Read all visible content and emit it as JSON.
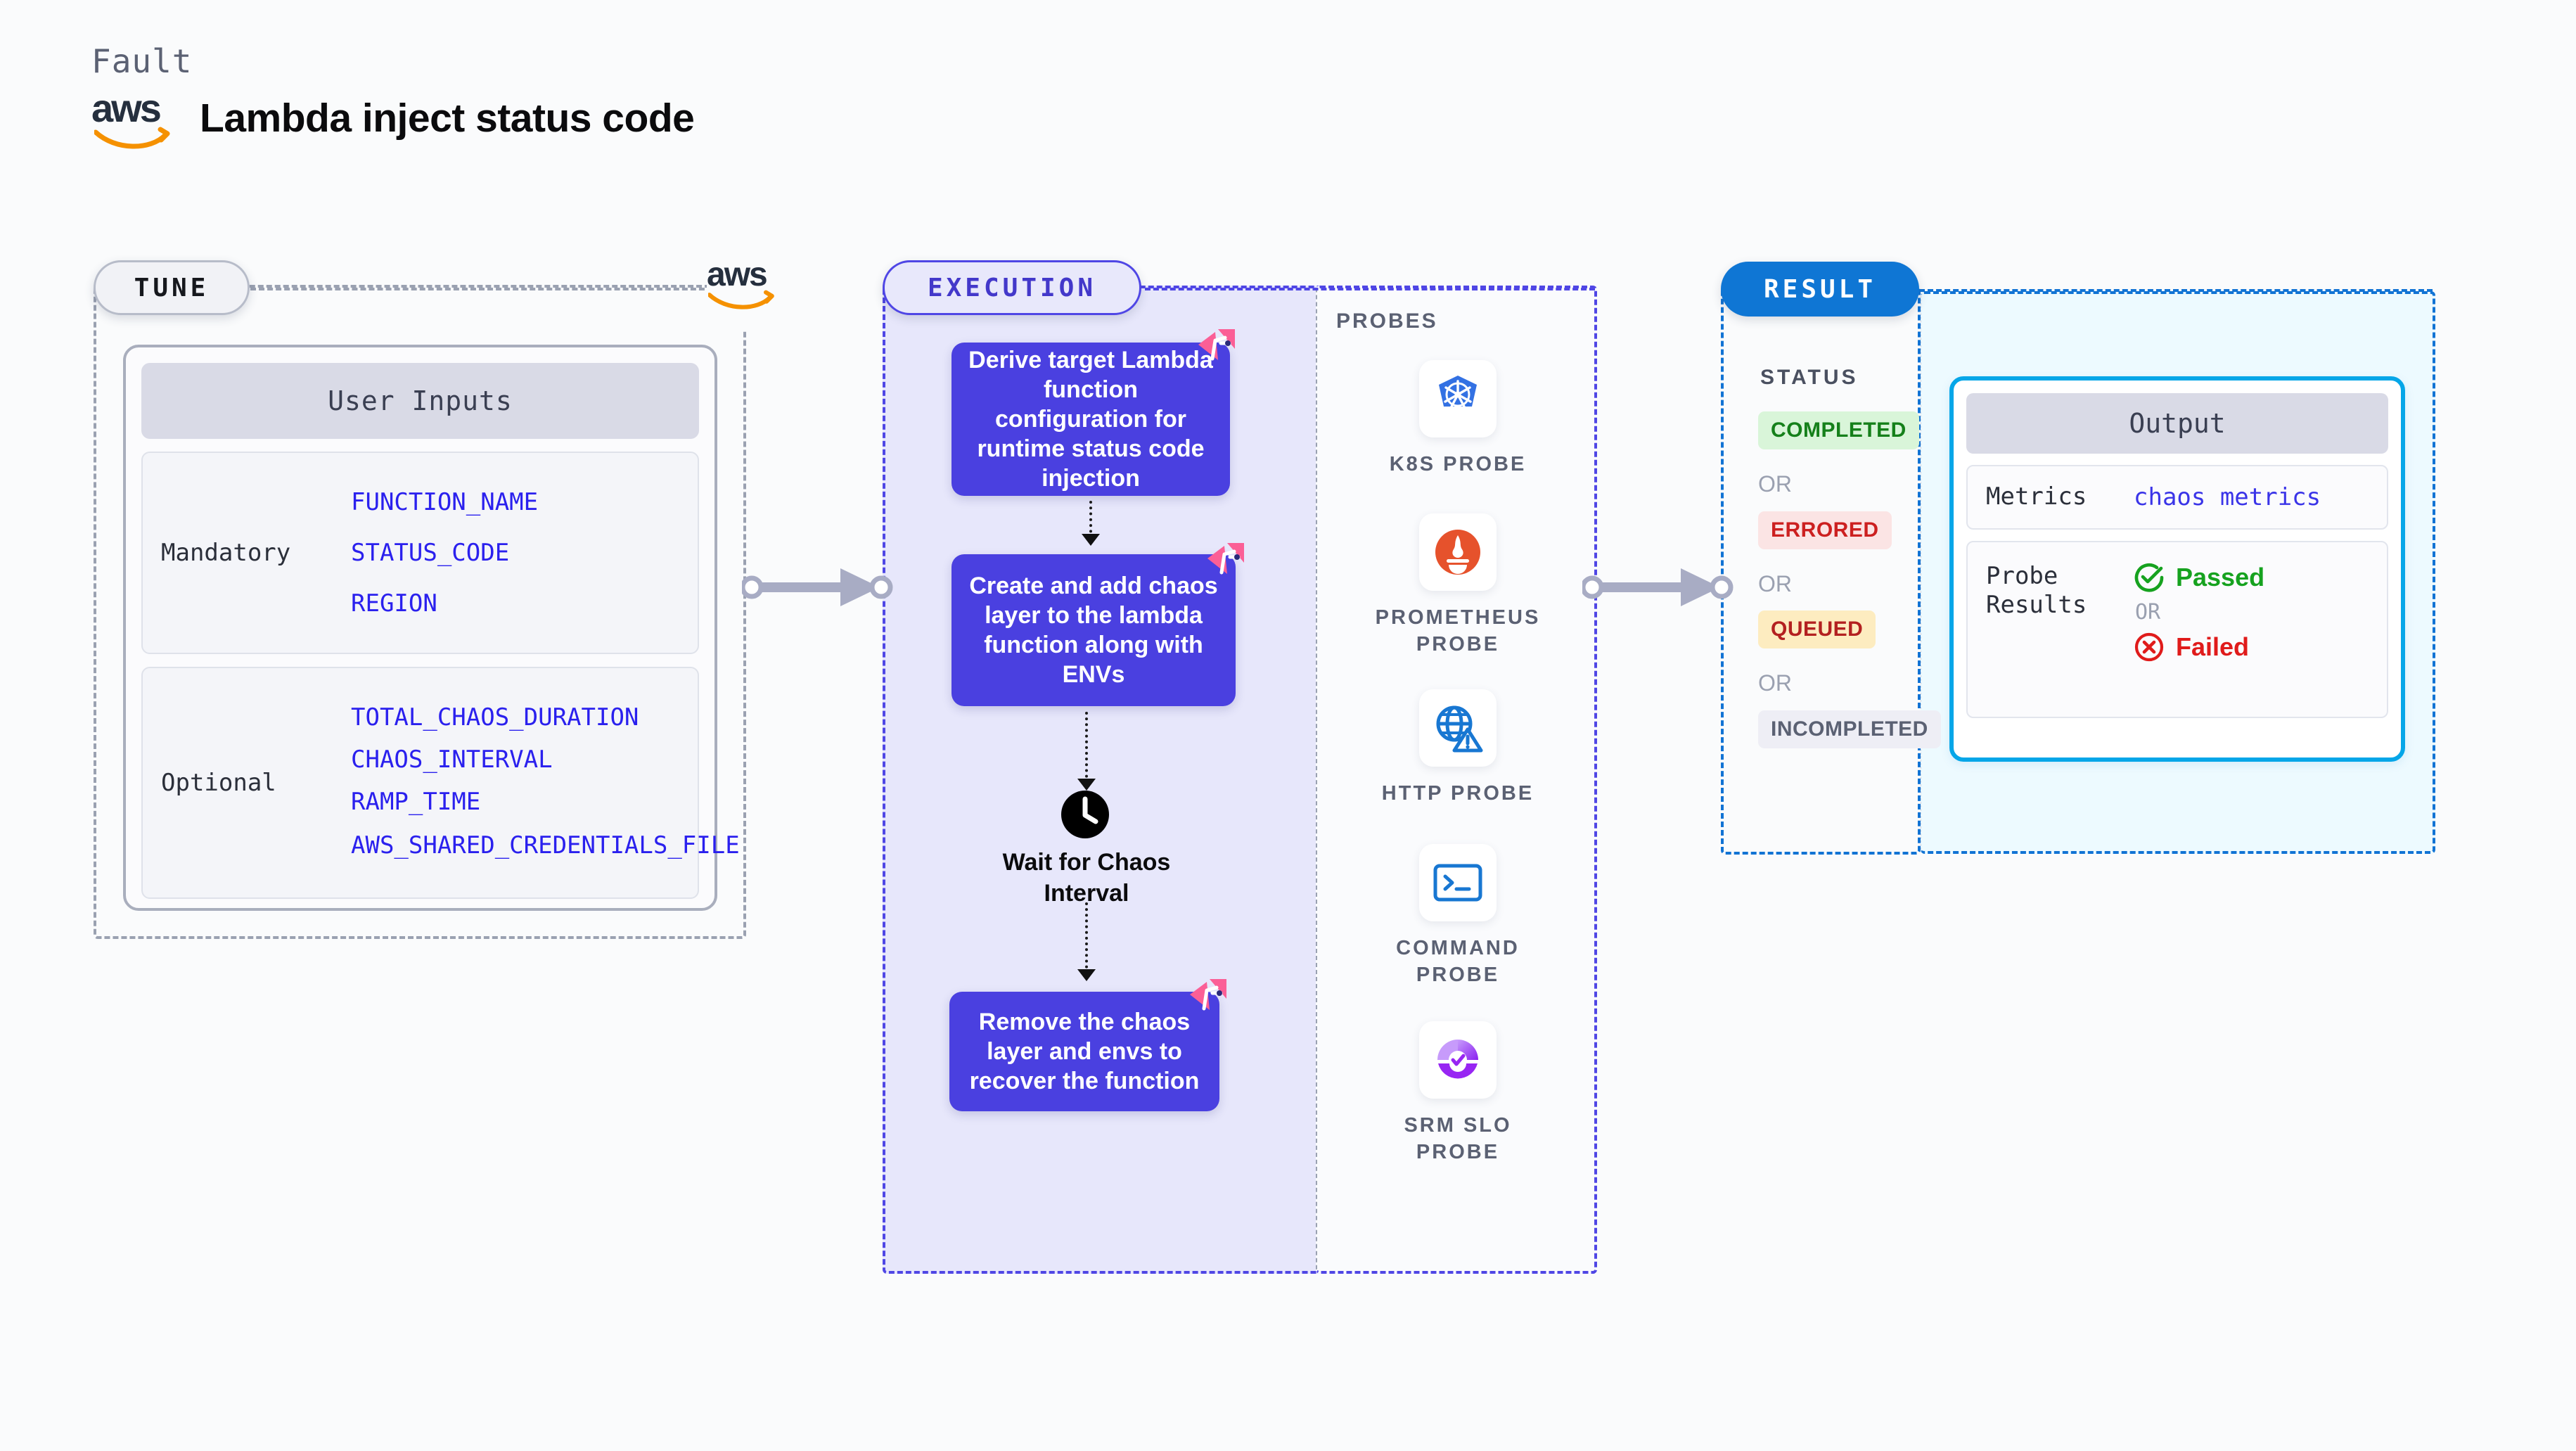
{
  "header": {
    "kind_label": "Fault",
    "logo": "aws-logo",
    "title": "Lambda inject status code"
  },
  "panels": {
    "tune": {
      "pill_label": "TUNE"
    },
    "execution": {
      "pill_label": "EXECUTION"
    },
    "result": {
      "pill_label": "RESULT"
    }
  },
  "tune": {
    "card_title": "User Inputs",
    "groups": [
      {
        "label": "Mandatory",
        "values": [
          "FUNCTION_NAME",
          "STATUS_CODE",
          "REGION"
        ]
      },
      {
        "label": "Optional",
        "values": [
          "TOTAL_CHAOS_DURATION",
          "CHAOS_INTERVAL",
          "RAMP_TIME",
          "AWS_SHARED_CREDENTIALS_FILE"
        ]
      }
    ]
  },
  "execution": {
    "steps": [
      {
        "text": "Derive target Lambda function configuration for runtime status code injection",
        "mark": "chaos-fault-icon"
      },
      {
        "text": "Create and add chaos layer to the lambda function along with ENVs",
        "mark": "chaos-fault-icon"
      }
    ],
    "wait": {
      "icon": "clock-icon",
      "label": "Wait for Chaos Interval"
    },
    "final_step": {
      "text": "Remove the chaos layer and envs to recover the function",
      "mark": "chaos-fault-icon"
    }
  },
  "probes": {
    "title": "PROBES",
    "items": [
      {
        "label": "K8S PROBE",
        "icon": "kubernetes-icon"
      },
      {
        "label": "PROMETHEUS PROBE",
        "icon": "prometheus-icon"
      },
      {
        "label": "HTTP PROBE",
        "icon": "http-globe-warning-icon"
      },
      {
        "label": "COMMAND PROBE",
        "icon": "terminal-icon"
      },
      {
        "label": "SRM SLO PROBE",
        "icon": "srm-slo-icon"
      }
    ]
  },
  "result": {
    "status_title": "STATUS",
    "or_label": "OR",
    "statuses": [
      {
        "label": "COMPLETED",
        "bg": "#d9f5d9",
        "color": "#15801a"
      },
      {
        "label": "ERRORED",
        "bg": "#fbe4e4",
        "color": "#cc2020"
      },
      {
        "label": "QUEUED",
        "bg": "#fdecc0",
        "color": "#b32020"
      },
      {
        "label": "INCOMPLETED",
        "bg": "#eeeef5",
        "color": "#5b6173"
      }
    ],
    "output": {
      "title": "Output",
      "metrics_key": "Metrics",
      "metrics_value": "chaos metrics",
      "probe_results_key": "Probe Results",
      "passed_label": "Passed",
      "failed_label": "Failed",
      "or_label": "OR"
    }
  },
  "colors": {
    "accent_execution": "#4f46e5",
    "accent_result": "#1173d4",
    "flow_box": "#4a40e0",
    "fault_mark": "#fb5f96",
    "param_value": "#2a20ee",
    "aws_orange": "#f59100"
  }
}
